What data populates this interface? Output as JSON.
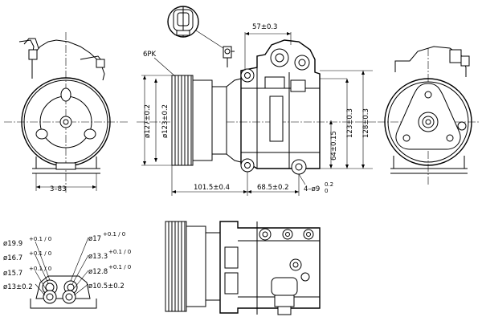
{
  "callout_6pk": "6PK",
  "dims": {
    "top_57": "57±0.3",
    "d127": "ø127±0.2",
    "d123": "ø123±0.2",
    "h123": "123±0.3",
    "h128": "128±0.3",
    "h64": "64±0.15",
    "w101": "101.5±0.4",
    "w68": "68.5±0.2",
    "holes": "4–ø9",
    "holes_tol_up": "0.2",
    "holes_tol_lo": "0",
    "left_3_83": "3–83"
  },
  "detail_dims": {
    "left": [
      {
        "label": "ø19.9",
        "tol": "+0.1 / 0"
      },
      {
        "label": "ø16.7",
        "tol": "+0.1 / 0"
      },
      {
        "label": "ø15.7",
        "tol": "+0.1 / 0"
      },
      {
        "label": "ø13±0.2",
        "tol": ""
      }
    ],
    "right": [
      {
        "label": "ø17",
        "tol": "+0.1 / 0"
      },
      {
        "label": "ø13.3",
        "tol": "+0.1 / 0"
      },
      {
        "label": "ø12.8",
        "tol": "+0.1 / 0"
      },
      {
        "label": "ø10.5±0.2",
        "tol": ""
      }
    ]
  }
}
